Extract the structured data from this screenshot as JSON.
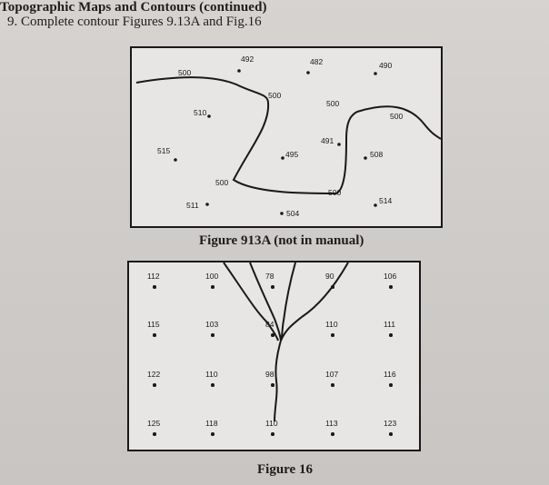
{
  "header": {
    "title": "Topographic Maps and Contours (continued)",
    "subtitle": "9. Complete contour Figures 9.13A and Fig.16"
  },
  "figure_913a": {
    "caption": "Figure 913A (not in manual)",
    "spot_elevations": [
      "492",
      "482",
      "490",
      "510",
      "491",
      "515",
      "495",
      "508",
      "511",
      "504",
      "514"
    ],
    "contour_labels": [
      "500",
      "500",
      "500",
      "500",
      "500",
      "500"
    ]
  },
  "figure_16": {
    "caption": "Figure 16",
    "grid": [
      [
        "112",
        "100",
        "78",
        "90",
        "106"
      ],
      [
        "115",
        "103",
        "84",
        "110",
        "111"
      ],
      [
        "122",
        "110",
        "98",
        "107",
        "116"
      ],
      [
        "125",
        "118",
        "110",
        "113",
        "123"
      ]
    ]
  }
}
